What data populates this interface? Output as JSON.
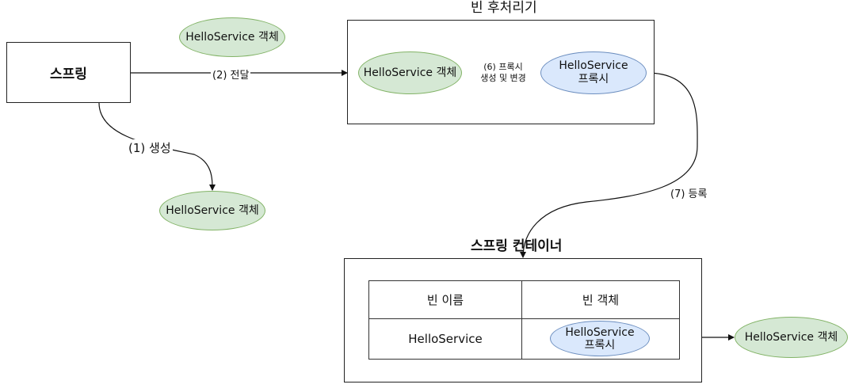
{
  "spring": {
    "label": "스프링"
  },
  "arrows": {
    "create": "(1) 생성",
    "deliver": "(2) 전달",
    "proxy_line1": "(6) 프록시",
    "proxy_line2": "생성 및 변경",
    "register": "(7) 등록"
  },
  "objects": {
    "floating": "HelloService 객체",
    "created": "HelloService 객체",
    "processor_input": "HelloService 객체",
    "final": "HelloService 객체"
  },
  "processor": {
    "title": "빈 후처리기",
    "proxy_line1": "HelloService",
    "proxy_line2": "프록시"
  },
  "container": {
    "title": "스프링 컨테이너",
    "table": {
      "headers": [
        "빈 이름",
        "빈 객체"
      ],
      "row": {
        "name": "HelloService",
        "proxy_line1": "HelloService",
        "proxy_line2": "프록시"
      }
    }
  },
  "colors": {
    "green_fill": "#d5e8d4",
    "green_stroke": "#82b366",
    "blue_fill": "#dae8fc",
    "blue_stroke": "#6c8ebf"
  }
}
